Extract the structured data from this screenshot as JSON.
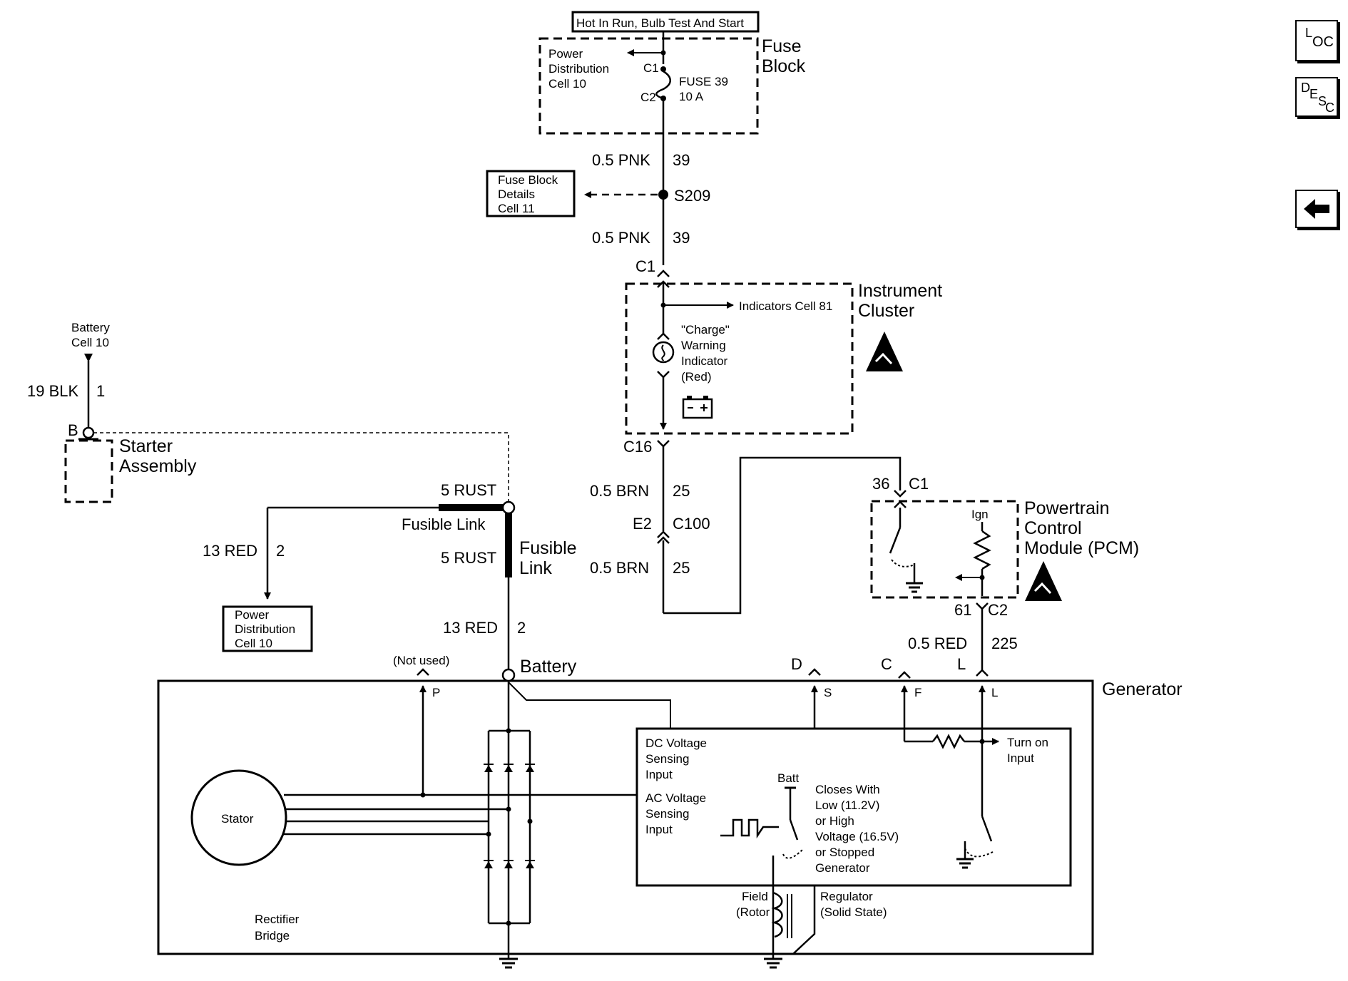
{
  "nav": {
    "loc": {
      "big": "L",
      "small": "OC"
    },
    "desc": {
      "big": "D",
      "small1": "E",
      "small2": "S",
      "small3": "C"
    },
    "back_icon": "left-arrow-icon"
  },
  "fuse_block": {
    "header": "Hot In Run, Bulb Test And Start",
    "title1": "Fuse",
    "title2": "Block",
    "pd1": "Power",
    "pd2": "Distribution",
    "pd3": "Cell 10",
    "c1": "C1",
    "c2": "C2",
    "fuse1": "FUSE 39",
    "fuse2": "10 A"
  },
  "wires": {
    "pnk_top_size": "0.5 PNK",
    "pnk_top_circuit": "39",
    "splice": "S209",
    "pnk_bot_size": "0.5 PNK",
    "pnk_bot_circuit": "39",
    "ic_c1": "C1",
    "c16": "C16",
    "brn_top_size": "0.5 BRN",
    "brn_top_circuit": "25",
    "e2": "E2",
    "c100": "C100",
    "brn_bot_size": "0.5 BRN",
    "brn_bot_circuit": "25",
    "pcm_pin36": "36",
    "pcm_c1": "C1",
    "pcm_pin61": "61",
    "pcm_c2": "C2",
    "red_size": "0.5 RED",
    "red_circuit": "225",
    "blk_size": "19 BLK",
    "blk_circuit": "1",
    "rust1": "5 RUST",
    "fusible1": "Fusible Link",
    "rust2": "5 RUST",
    "fusible2a": "Fusible",
    "fusible2b": "Link",
    "red13a_size": "13 RED",
    "red13a_circuit": "2",
    "red13b_size": "13 RED",
    "red13b_circuit": "2"
  },
  "fuse_details": {
    "l1": "Fuse Block",
    "l2": "Details",
    "l3": "Cell 11"
  },
  "instrument_cluster": {
    "title1": "Instrument",
    "title2": "Cluster",
    "indicators": "Indicators Cell 81",
    "charge1": "\"Charge\"",
    "charge2": "Warning",
    "charge3": "Indicator",
    "charge4": "(Red)",
    "battery_icon": "battery-icon",
    "esd_icon": "esd-warning-icon"
  },
  "battery_ref": {
    "l1": "Battery",
    "l2": "Cell 10"
  },
  "starter": {
    "b": "B",
    "t1": "Starter",
    "t2": "Assembly"
  },
  "pd_box": {
    "l1": "Power",
    "l2": "Distribution",
    "l3": "Cell 10"
  },
  "pcm": {
    "t1": "Powertrain",
    "t2": "Control",
    "t3": "Module (PCM)",
    "ign": "Ign"
  },
  "generator": {
    "title": "Generator",
    "not_used": "(Not used)",
    "battery": "Battery",
    "d": "D",
    "c": "C",
    "l": "L",
    "p": "P",
    "s": "S",
    "f": "F",
    "l_term": "L",
    "stator": "Stator",
    "rect1": "Rectifier",
    "rect2": "Bridge",
    "dc1": "DC Voltage",
    "dc2": "Sensing",
    "dc3": "Input",
    "ac1": "AC Voltage",
    "ac2": "Sensing",
    "ac3": "Input",
    "batt": "Batt",
    "closes1": "Closes With",
    "closes2": "Low (11.2V)",
    "closes3": "or High",
    "closes4": "Voltage (16.5V)",
    "closes5": "or Stopped",
    "closes6": "Generator",
    "turn1": "Turn on",
    "turn2": "Input",
    "field1": "Field",
    "field2": "(Rotor",
    "reg1": "Regulator",
    "reg2": "(Solid State)"
  }
}
